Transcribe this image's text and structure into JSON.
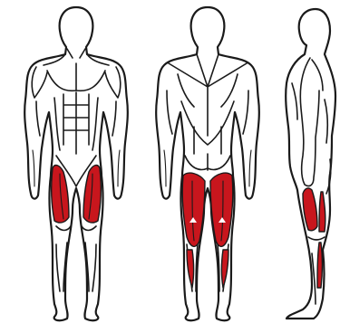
{
  "figure": {
    "views": [
      "front",
      "back",
      "side"
    ],
    "highlighted_muscles": [
      "quadriceps",
      "hamstrings"
    ]
  },
  "colors": {
    "outline": "#1a1a1a",
    "highlight": "#c8161d",
    "highlight_dark": "#8e0d12",
    "background": "#ffffff"
  }
}
